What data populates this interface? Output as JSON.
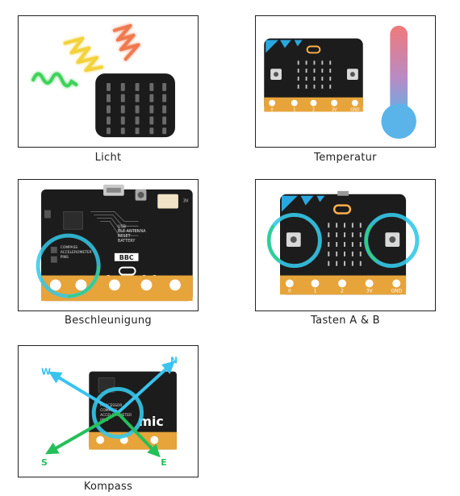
{
  "tiles": [
    {
      "caption": "Licht"
    },
    {
      "caption": "Temperatur"
    },
    {
      "caption": "Beschleunigung"
    },
    {
      "caption": "Tasten A & B"
    },
    {
      "caption": "Kompass"
    }
  ],
  "board_labels": {
    "logo_text": "micro:bit",
    "brand": "BBC",
    "usb": "USB",
    "ble": "BLE ANTENNA",
    "reset": "RESET",
    "battery": "BATTERY",
    "compass": "COMPASS",
    "accelerometer": "ACCELEROMETER",
    "pins": "PINS",
    "processor": "PROCESSOR",
    "voltage": "3V"
  },
  "pin_labels": [
    "0",
    "1",
    "2",
    "3V",
    "GND"
  ],
  "compass_directions": {
    "n": "N",
    "s": "S",
    "e": "E",
    "w": "W"
  },
  "colors": {
    "board": "#1c1c1c",
    "pin_gold": "#e7a43a",
    "accent_blue": "#29a8e0",
    "ring_cyan": "#35c8e8",
    "ring_green": "#2fd07a",
    "arrow_blue": "#38c4ef",
    "arrow_green": "#25bf5a",
    "thermo_red": "#f08080",
    "thermo_blue": "#5ab4ea"
  }
}
